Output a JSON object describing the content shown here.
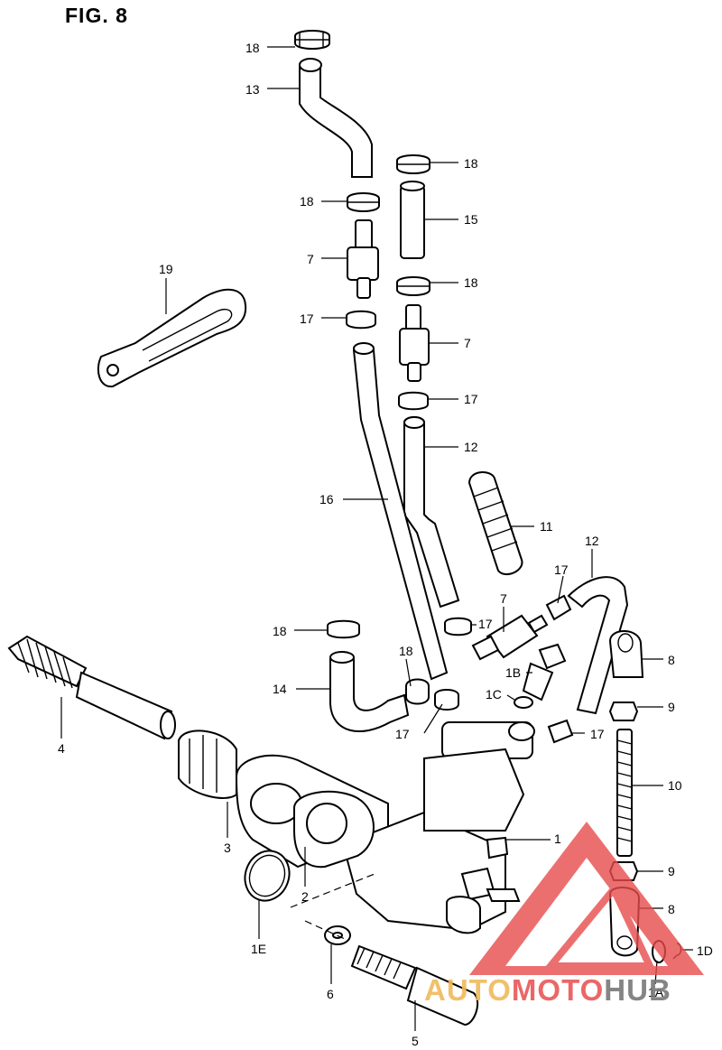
{
  "figure": {
    "title": "FIG. 8"
  },
  "watermark": {
    "part1": "AUTO",
    "part2": "MOTO",
    "part3": "HUB",
    "logo_color": "#e84c4c",
    "accent_color": "#f0b95a"
  },
  "callouts": [
    {
      "id": "c18a",
      "text": "18"
    },
    {
      "id": "c13",
      "text": "13"
    },
    {
      "id": "c18b",
      "text": "18"
    },
    {
      "id": "c18c",
      "text": "18"
    },
    {
      "id": "c15",
      "text": "15"
    },
    {
      "id": "c7a",
      "text": "7"
    },
    {
      "id": "c18d",
      "text": "18"
    },
    {
      "id": "c17a",
      "text": "17"
    },
    {
      "id": "c7b",
      "text": "7"
    },
    {
      "id": "c19",
      "text": "19"
    },
    {
      "id": "c17b",
      "text": "17"
    },
    {
      "id": "c12a",
      "text": "12"
    },
    {
      "id": "c16",
      "text": "16"
    },
    {
      "id": "c11",
      "text": "11"
    },
    {
      "id": "c12b",
      "text": "12"
    },
    {
      "id": "c17c",
      "text": "17"
    },
    {
      "id": "c7c",
      "text": "7"
    },
    {
      "id": "c17d",
      "text": "17"
    },
    {
      "id": "c18e",
      "text": "18"
    },
    {
      "id": "c8a",
      "text": "8"
    },
    {
      "id": "c18f",
      "text": "18"
    },
    {
      "id": "c1B",
      "text": "1B"
    },
    {
      "id": "c14",
      "text": "14"
    },
    {
      "id": "c1C",
      "text": "1C"
    },
    {
      "id": "c9a",
      "text": "9"
    },
    {
      "id": "c17e",
      "text": "17"
    },
    {
      "id": "c17f",
      "text": "17"
    },
    {
      "id": "c4",
      "text": "4"
    },
    {
      "id": "c10",
      "text": "10"
    },
    {
      "id": "c3",
      "text": "3"
    },
    {
      "id": "c1",
      "text": "1"
    },
    {
      "id": "c9b",
      "text": "9"
    },
    {
      "id": "c2",
      "text": "2"
    },
    {
      "id": "c8b",
      "text": "8"
    },
    {
      "id": "c1E",
      "text": "1E"
    },
    {
      "id": "c1D",
      "text": "1D"
    },
    {
      "id": "c1A",
      "text": "1A"
    },
    {
      "id": "c6",
      "text": "6"
    },
    {
      "id": "c5",
      "text": "5"
    }
  ]
}
